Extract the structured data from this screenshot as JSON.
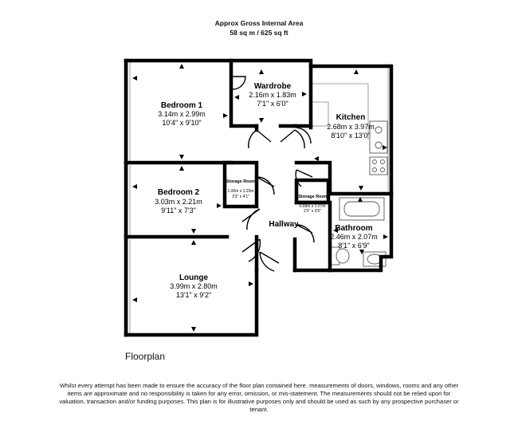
{
  "header": {
    "line1": "Approx Gross Internal Area",
    "line2": "58 sq m / 625 sq ft"
  },
  "rooms": {
    "bedroom1": {
      "name": "Bedroom 1",
      "metric": "3.14m x 2.99m",
      "imperial": "10'4\" x 9'10\""
    },
    "wardrobe": {
      "name": "Wardrobe",
      "metric": "2.16m x 1.83m",
      "imperial": "7'1\" x 6'0\""
    },
    "kitchen": {
      "name": "Kitchen",
      "metric": "2.68m x 3.97m",
      "imperial": "8'10\" x 13'0\""
    },
    "bedroom2": {
      "name": "Bedroom 2",
      "metric": "3.03m x 2.21m",
      "imperial": "9'11\" x 7'3\""
    },
    "storage1": {
      "name": "Storage Room",
      "metric": "1.00m x 1.25m",
      "imperial": "3'3\" x 4'1\""
    },
    "storage2": {
      "name": "Storage Room",
      "metric": "0.68m x 1.07m",
      "imperial": "2'3\" x 3'6\""
    },
    "hallway": {
      "name": "Hallway"
    },
    "bathroom": {
      "name": "Bathroom",
      "metric": "2.46m x 2.07m",
      "imperial": "8'1\" x 6'9\""
    },
    "lounge": {
      "name": "Lounge",
      "metric": "3.99m x 2.80m",
      "imperial": "13'1\" x 9'2\""
    }
  },
  "caption": "Floorplan",
  "disclaimer": "Whilst every attempt has been made to ensure the accuracy of the floor plan contained here, measurements of doors, windows, rooms and any other items are approximate and no responsibility is taken for any error, omission, or mis-statement. The measurements should not be relied upon for valuation, transaction and/or funding purposes. This plan is for illustrative purposes only and should be used as such by any prospective purchaser or tenant."
}
